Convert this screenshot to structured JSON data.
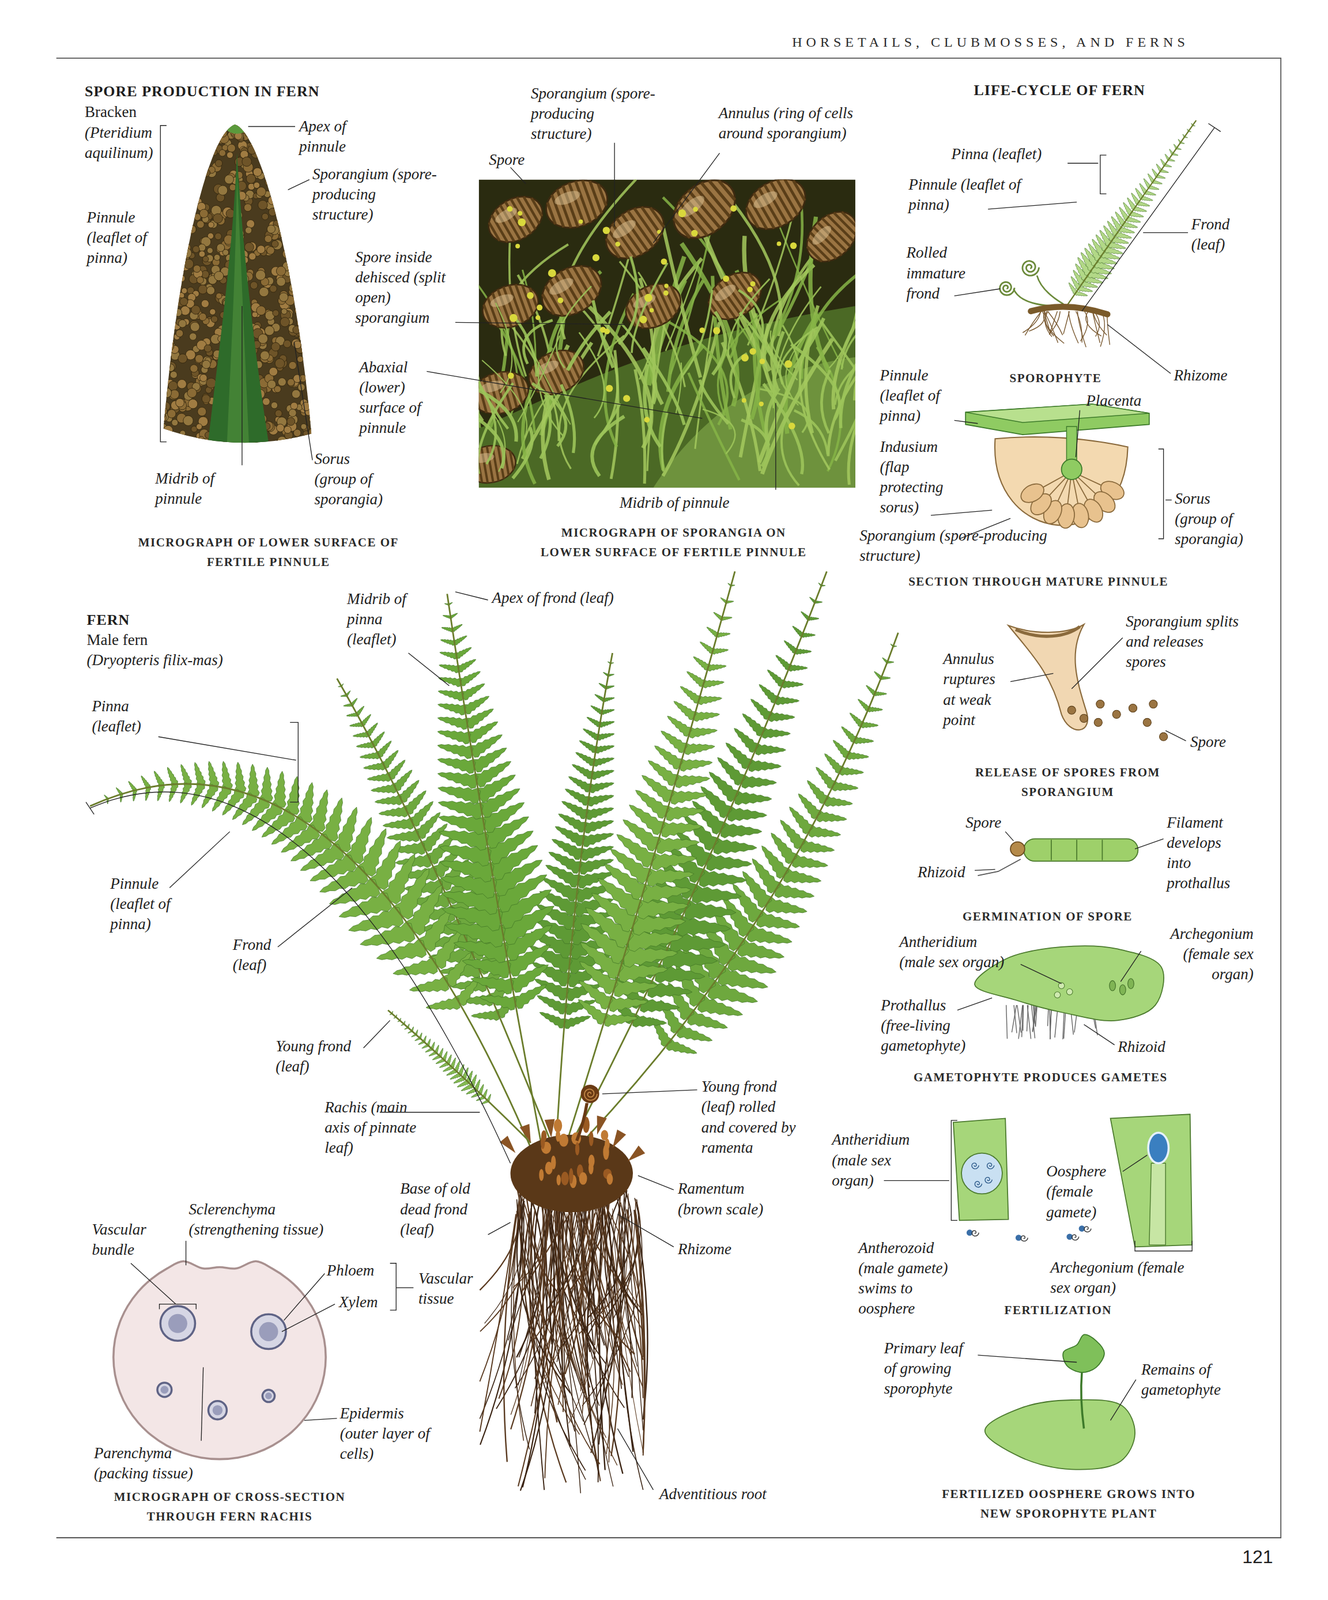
{
  "diagram": {
    "title": "HORSETAILS, CLUBMOSSES, AND FERNS",
    "labels": [
      "SPORE PRODUCTION IN FERN",
      "Bracken",
      "(Pteridium aquilinum)",
      "Apex of pinnule",
      "Sporangium (spore-producing structure)",
      "Pinnule (leaflet of pinna)",
      "Spore inside dehisced (split open) sporangium",
      "Abaxial (lower) surface of pinnule",
      "Midrib of pinnule",
      "Sorus (group of sporangia)",
      "MICROGRAPH OF LOWER SURFACE OF FERTILE PINNULE",
      "Sporangium (spore-producing structure)",
      "Annulus (ring of cells around sporangium)",
      "Spore",
      "Midrib of pinnule",
      "MICROGRAPH OF SPORANGIA ON LOWER SURFACE OF FERTILE PINNULE",
      "LIFE-CYCLE OF FERN",
      "Pinna (leaflet)",
      "Pinnule (leaflet of pinna)",
      "Frond (leaf)",
      "Rolled immature frond",
      "SPOROPHYTE",
      "Rhizome",
      "Pinnule (leaflet of pinna)",
      "Placenta",
      "Indusium (flap protecting sorus)",
      "Sorus (group of sporangia)",
      "Sporangium (spore-producing structure)",
      "SECTION THROUGH MATURE PINNULE",
      "Sporangium splits and releases spores",
      "Annulus ruptures at weak point",
      "Spore",
      "RELEASE OF SPORES FROM SPORANGIUM",
      "Spore",
      "Filament develops into prothallus",
      "Rhizoid",
      "GERMINATION OF SPORE",
      "Antheridium (male sex organ)",
      "Archegonium (female sex organ)",
      "Prothallus (free-living gametophyte)",
      "Rhizoid",
      "GAMETOPHYTE PRODUCES GAMETES",
      "Antheridium (male sex organ)",
      "Oosphere (female gamete)",
      "Antherozoid (male gamete) swims to oosphere",
      "Archegonium (female sex organ)",
      "FERTILIZATION",
      "Primary leaf of growing sporophyte",
      "Remains of gametophyte",
      "FERTILIZED OOSPHERE GROWS INTO NEW SPOROPHYTE PLANT",
      "FERN",
      "Male fern",
      "(Dryopteris filix-mas)",
      "Midrib of pinna (leaflet)",
      "Apex of frond (leaf)",
      "Pinna (leaflet)",
      "Pinnule (leaflet of pinna)",
      "Frond (leaf)",
      "Young frond (leaf)",
      "Rachis (main axis of pinnate leaf)",
      "Young frond (leaf) rolled and covered by ramenta",
      "Ramentum (brown scale)",
      "Base of old dead frond (leaf)",
      "Rhizome",
      "Adventitious root",
      "Sclerenchyma (strengthening tissue)",
      "Vascular bundle",
      "Phloem",
      "Xylem",
      "Vascular tissue",
      "Epidermis (outer layer of cells)",
      "Parenchyma (packing tissue)",
      "MICROGRAPH OF CROSS-SECTION THROUGH FERN RACHIS",
      "121"
    ]
  }
}
